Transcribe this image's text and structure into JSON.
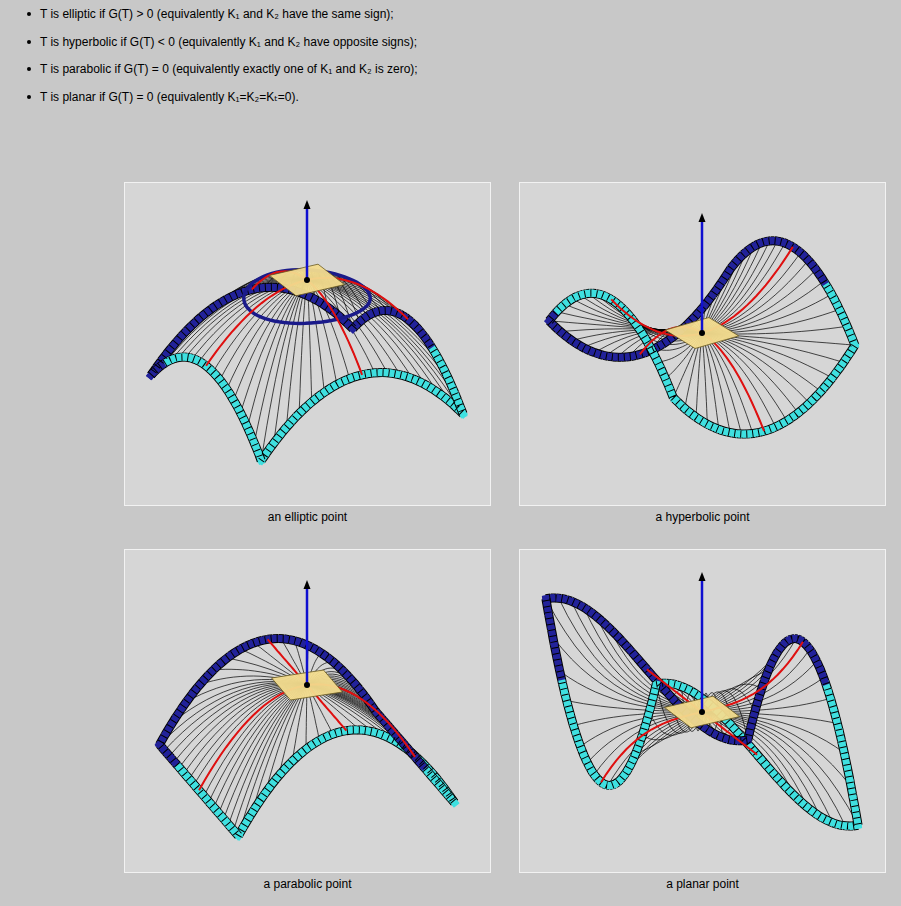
{
  "diagram": {
    "nodes": [
      {
        "text": [
          "an elliptic point"
        ]
      },
      {
        "text": [
          "a hyperbolic point"
        ]
      },
      {
        "text": [
          "a parabolic point"
        ]
      },
      {
        "text": [
          "a planar point"
        ]
      }
    ],
    "labels": [
      "T is elliptic if G(T) > 0 (equivalently K₁ and K₂ have the same sign);",
      "T is hyperbolic if G(T) < 0 (equivalently K₁ and K₂ have opposite signs);",
      "T is parabolic if G(T) = 0 (equivalently exactly one of K₁ and K₂ is zero);",
      "T is planar if G(T) = 0 (equivalently K₁=K₂=Kₜ=0)."
    ]
  }
}
